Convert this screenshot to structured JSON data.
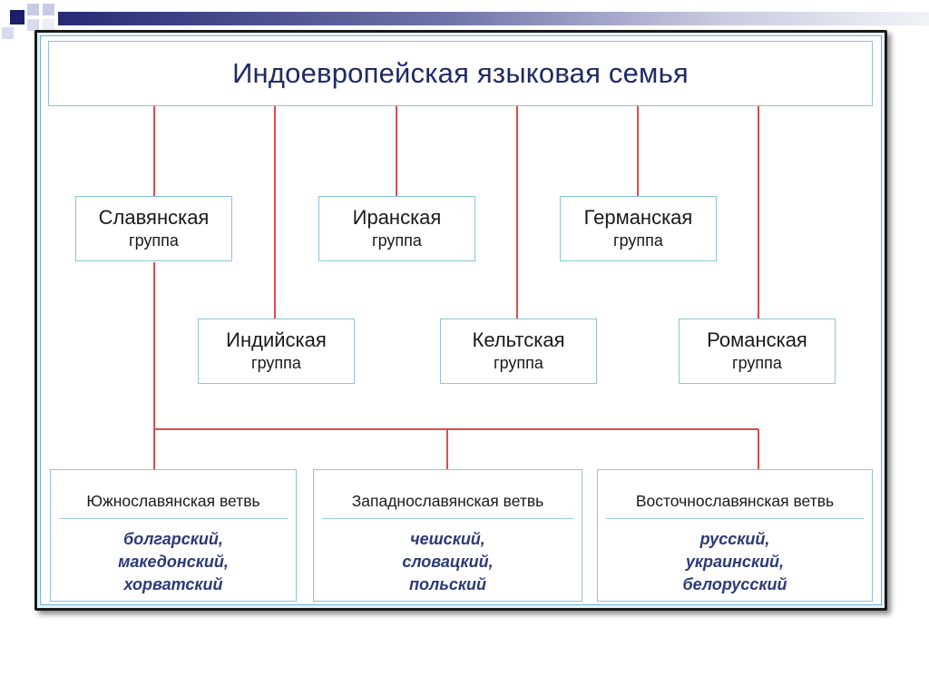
{
  "title": "Индоевропейская языковая семья",
  "group_word": "группа",
  "groups_upper": [
    {
      "name": "Славянская"
    },
    {
      "name": "Иранская"
    },
    {
      "name": "Германская"
    }
  ],
  "groups_lower": [
    {
      "name": "Индийская"
    },
    {
      "name": "Кельтская"
    },
    {
      "name": "Романская"
    }
  ],
  "branches": [
    {
      "name": "Южнославянская ветвь",
      "languages": [
        "болгарский,",
        "македонский,",
        "хорватский"
      ]
    },
    {
      "name": "Западнославянская ветвь",
      "languages": [
        "чешский,",
        "словацкий,",
        "польский"
      ]
    },
    {
      "name": "Восточнославянская ветвь",
      "languages": [
        "русский,",
        "украинский,",
        "белорусский"
      ]
    }
  ],
  "colors": {
    "connector": "#e04a4a",
    "box_border": "#8cc3d9",
    "title_text": "#202a66",
    "language_text": "#2c3a78"
  }
}
